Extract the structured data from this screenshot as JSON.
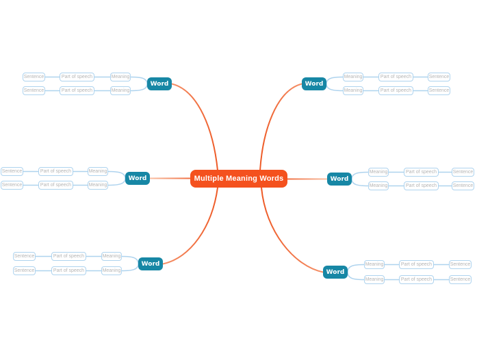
{
  "diagram": {
    "type": "mind-map",
    "background": "#ffffff"
  },
  "center": {
    "label": "Multiple Meaning Words",
    "fill": "#f4511e",
    "text_color": "#ffffff"
  },
  "styles": {
    "word_fill": "#1787a5",
    "word_text_color": "#ffffff",
    "leaf_border_color": "#aed3ee",
    "leaf_text_color": "#b5b5b5",
    "blue_connector_color": "#aed3ee",
    "orange_connector_color": "#ef6c3a"
  },
  "branches": [
    {
      "position": "top-left",
      "word_label": "Word",
      "rows": [
        {
          "meaning": "Meaning",
          "part_of_speech": "Part of speech",
          "sentence": "Sentence"
        },
        {
          "meaning": "Meaning",
          "part_of_speech": "Part of speech",
          "sentence": "Sentence"
        }
      ]
    },
    {
      "position": "top-right",
      "word_label": "Word",
      "rows": [
        {
          "meaning": "Meaning",
          "part_of_speech": "Part of speech",
          "sentence": "Sentence"
        },
        {
          "meaning": "Meaning",
          "part_of_speech": "Part of speech",
          "sentence": "Sentence"
        }
      ]
    },
    {
      "position": "middle-left",
      "word_label": "Word",
      "rows": [
        {
          "meaning": "Meaning",
          "part_of_speech": "Part of speech",
          "sentence": "Sentence"
        },
        {
          "meaning": "Meaning",
          "part_of_speech": "Part of speech",
          "sentence": "Sentence"
        }
      ]
    },
    {
      "position": "middle-right",
      "word_label": "Word",
      "rows": [
        {
          "meaning": "Meaning",
          "part_of_speech": "Part of speech",
          "sentence": "Sentence"
        },
        {
          "meaning": "Meaning",
          "part_of_speech": "Part of speech",
          "sentence": "Sentence"
        }
      ]
    },
    {
      "position": "bottom-left",
      "word_label": "Word",
      "rows": [
        {
          "meaning": "Meaning",
          "part_of_speech": "Part of speech",
          "sentence": "Sentence"
        },
        {
          "meaning": "Meaning",
          "part_of_speech": "Part of speech",
          "sentence": "Sentence"
        }
      ]
    },
    {
      "position": "bottom-right",
      "word_label": "Word",
      "rows": [
        {
          "meaning": "Meaning",
          "part_of_speech": "Part of speech",
          "sentence": "Sentence"
        },
        {
          "meaning": "Meaning",
          "part_of_speech": "Part of speech",
          "sentence": "Sentence"
        }
      ]
    }
  ]
}
